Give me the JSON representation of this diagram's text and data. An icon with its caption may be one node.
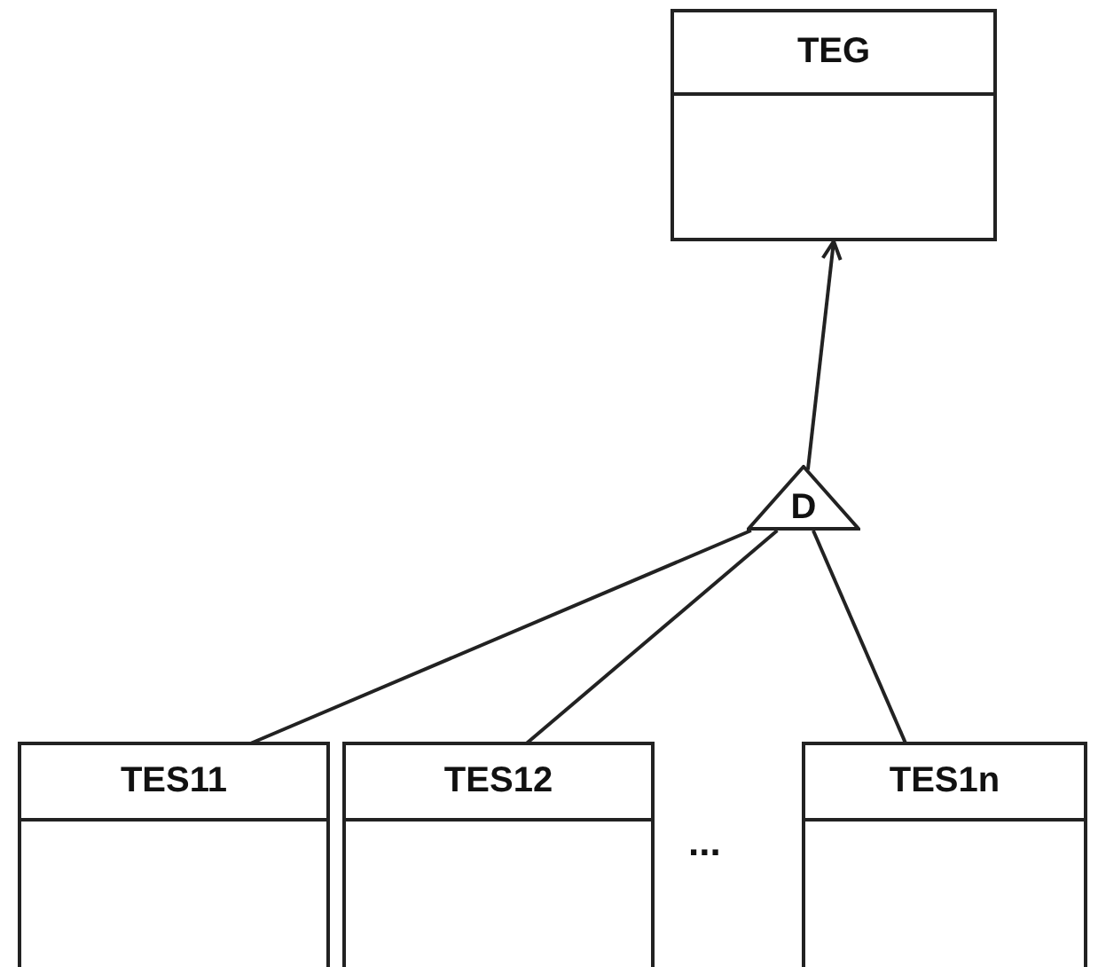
{
  "diagram": {
    "nodes": [
      {
        "text": [
          "TEG"
        ]
      },
      {
        "text": [
          "D"
        ]
      },
      {
        "text": [
          "TES11"
        ]
      },
      {
        "text": [
          "TES12"
        ]
      },
      {
        "text": [
          "TES1n"
        ]
      }
    ],
    "edges": [
      {
        "from": 1,
        "to": 0,
        "arrow": "to"
      },
      {
        "from": 2,
        "to": 1,
        "arrow": "none"
      },
      {
        "from": 3,
        "to": 1,
        "arrow": "none"
      },
      {
        "from": 4,
        "to": 1,
        "arrow": "none"
      }
    ],
    "labels": [
      "..."
    ]
  }
}
